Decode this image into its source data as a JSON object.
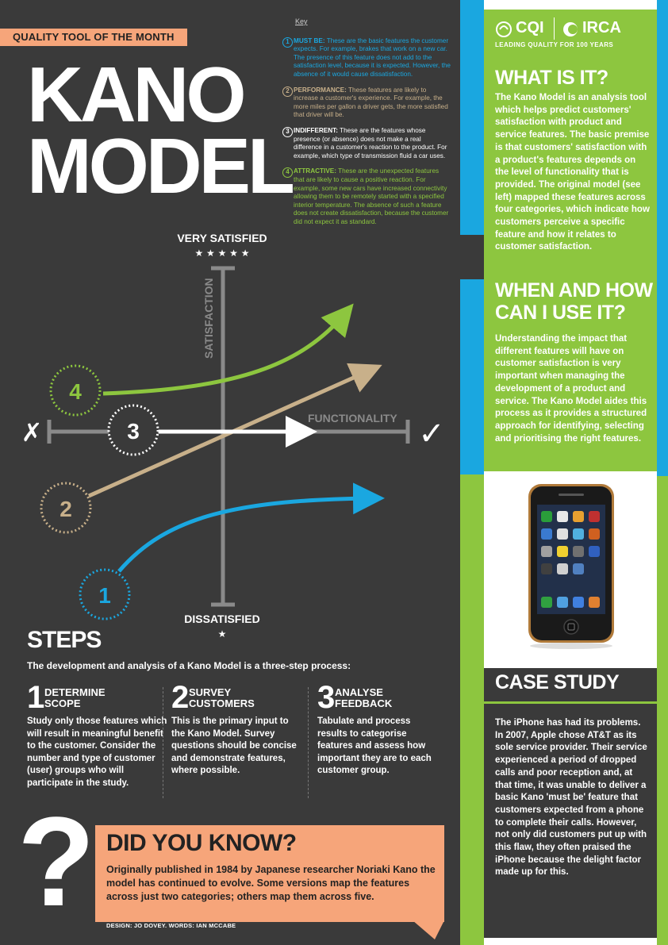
{
  "header": {
    "label": "QUALITY TOOL OF THE MONTH",
    "title_line1": "KANO",
    "title_line2": "MODEL"
  },
  "key": {
    "title": "Key",
    "items": [
      {
        "num": "1",
        "name": "MUST BE:",
        "text": "These are the basic features the customer expects. For example, brakes that work on a new car. The presence of this feature does not add to the satisfaction level, because it is expected. However, the absence of it would cause dissatisfaction."
      },
      {
        "num": "2",
        "name": "PERFORMANCE:",
        "text": "These features are likely to increase a customer's experience. For example, the more miles per gallon a driver gets, the more satisfied that driver will be."
      },
      {
        "num": "3",
        "name": "INDIFFERENT:",
        "text": "These are the features whose presence (or absence) does not make a real difference in a customer's reaction to the product. For example, which type of transmission fluid a car uses."
      },
      {
        "num": "4",
        "name": "ATTRACTIVE:",
        "text": "These are the unexpected features that are likely to cause a positive reaction. For example, some new cars have increased connectivity allowing them to be remotely started with a specified interior temperature. The absence of such a feature does not create dissatisfaction, because the customer did not expect it as standard."
      }
    ]
  },
  "diagram": {
    "very_satisfied": "VERY SATISFIED",
    "five_stars": "★ ★ ★ ★ ★",
    "satisfaction": "SATISFACTION",
    "functionality": "FUNCTIONALITY",
    "dissatisfied": "DISSATISFIED",
    "one_star": "★",
    "cross": "✗",
    "tick": "✓",
    "c1": "1",
    "c2": "2",
    "c3": "3",
    "c4": "4",
    "colors": {
      "must_be": "#1aa7e0",
      "performance": "#c8b08a",
      "indifferent": "#ffffff",
      "attractive": "#8dc63f",
      "axis": "#8a8a8a"
    }
  },
  "steps": {
    "title": "STEPS",
    "intro": "The development and analysis of a Kano Model is a three-step process:",
    "items": [
      {
        "num": "1",
        "head1": "DETERMINE",
        "head2": "SCOPE",
        "body": "Study only those features which will result in meaningful benefit to the customer. Consider the number and type of customer (user) groups who will participate in the study."
      },
      {
        "num": "2",
        "head1": "SURVEY",
        "head2": "CUSTOMERS",
        "body": "This is the primary input to the Kano Model. Survey questions should be concise and demonstrate features, where possible."
      },
      {
        "num": "3",
        "head1": "ANALYSE",
        "head2": "FEEDBACK",
        "body": "Tabulate and process results to categorise features and assess how important they are to each customer group."
      }
    ]
  },
  "did_you_know": {
    "mark": "?",
    "title": "DID YOU KNOW?",
    "body": "Originally published in 1984 by Japanese researcher Noriaki Kano the model has continued to evolve. Some versions map the features across just two categories; others map them across five.",
    "credits": "DESIGN: JO DOVEY. WORDS: IAN MCCABE"
  },
  "sidebar": {
    "logo_left": "CQI",
    "logo_right": "IRCA",
    "tagline": "LEADING QUALITY FOR 100 YEARS",
    "what_title": "WHAT IS IT?",
    "what_body": "The Kano Model is an analysis tool which helps predict customers' satisfaction with product and service features. The basic premise is that customers' satisfaction with a product's features depends on the level of functionality that is provided. The original model (see left) mapped these features across four categories, which indicate how customers perceive a specific feature and how it relates to customer satisfaction.",
    "when_title": "WHEN AND HOW CAN I USE IT?",
    "when_body": "Understanding the impact that different features will have on customer satisfaction is very important when managing the development of a product and service. The Kano Model aides this process as it provides a structured approach for identifying, selecting and prioritising the right features.",
    "case_title": "CASE STUDY",
    "case_body": "The iPhone has had its problems. In 2007, Apple chose AT&T as its sole service provider. Their service experienced a period of dropped calls and poor reception and, at that time, it was unable to deliver a basic Kano 'must be' feature that customers expected from a phone to complete their calls. However, not only did customers put up with this flaw, they often praised the iPhone because the delight factor made up for this."
  }
}
